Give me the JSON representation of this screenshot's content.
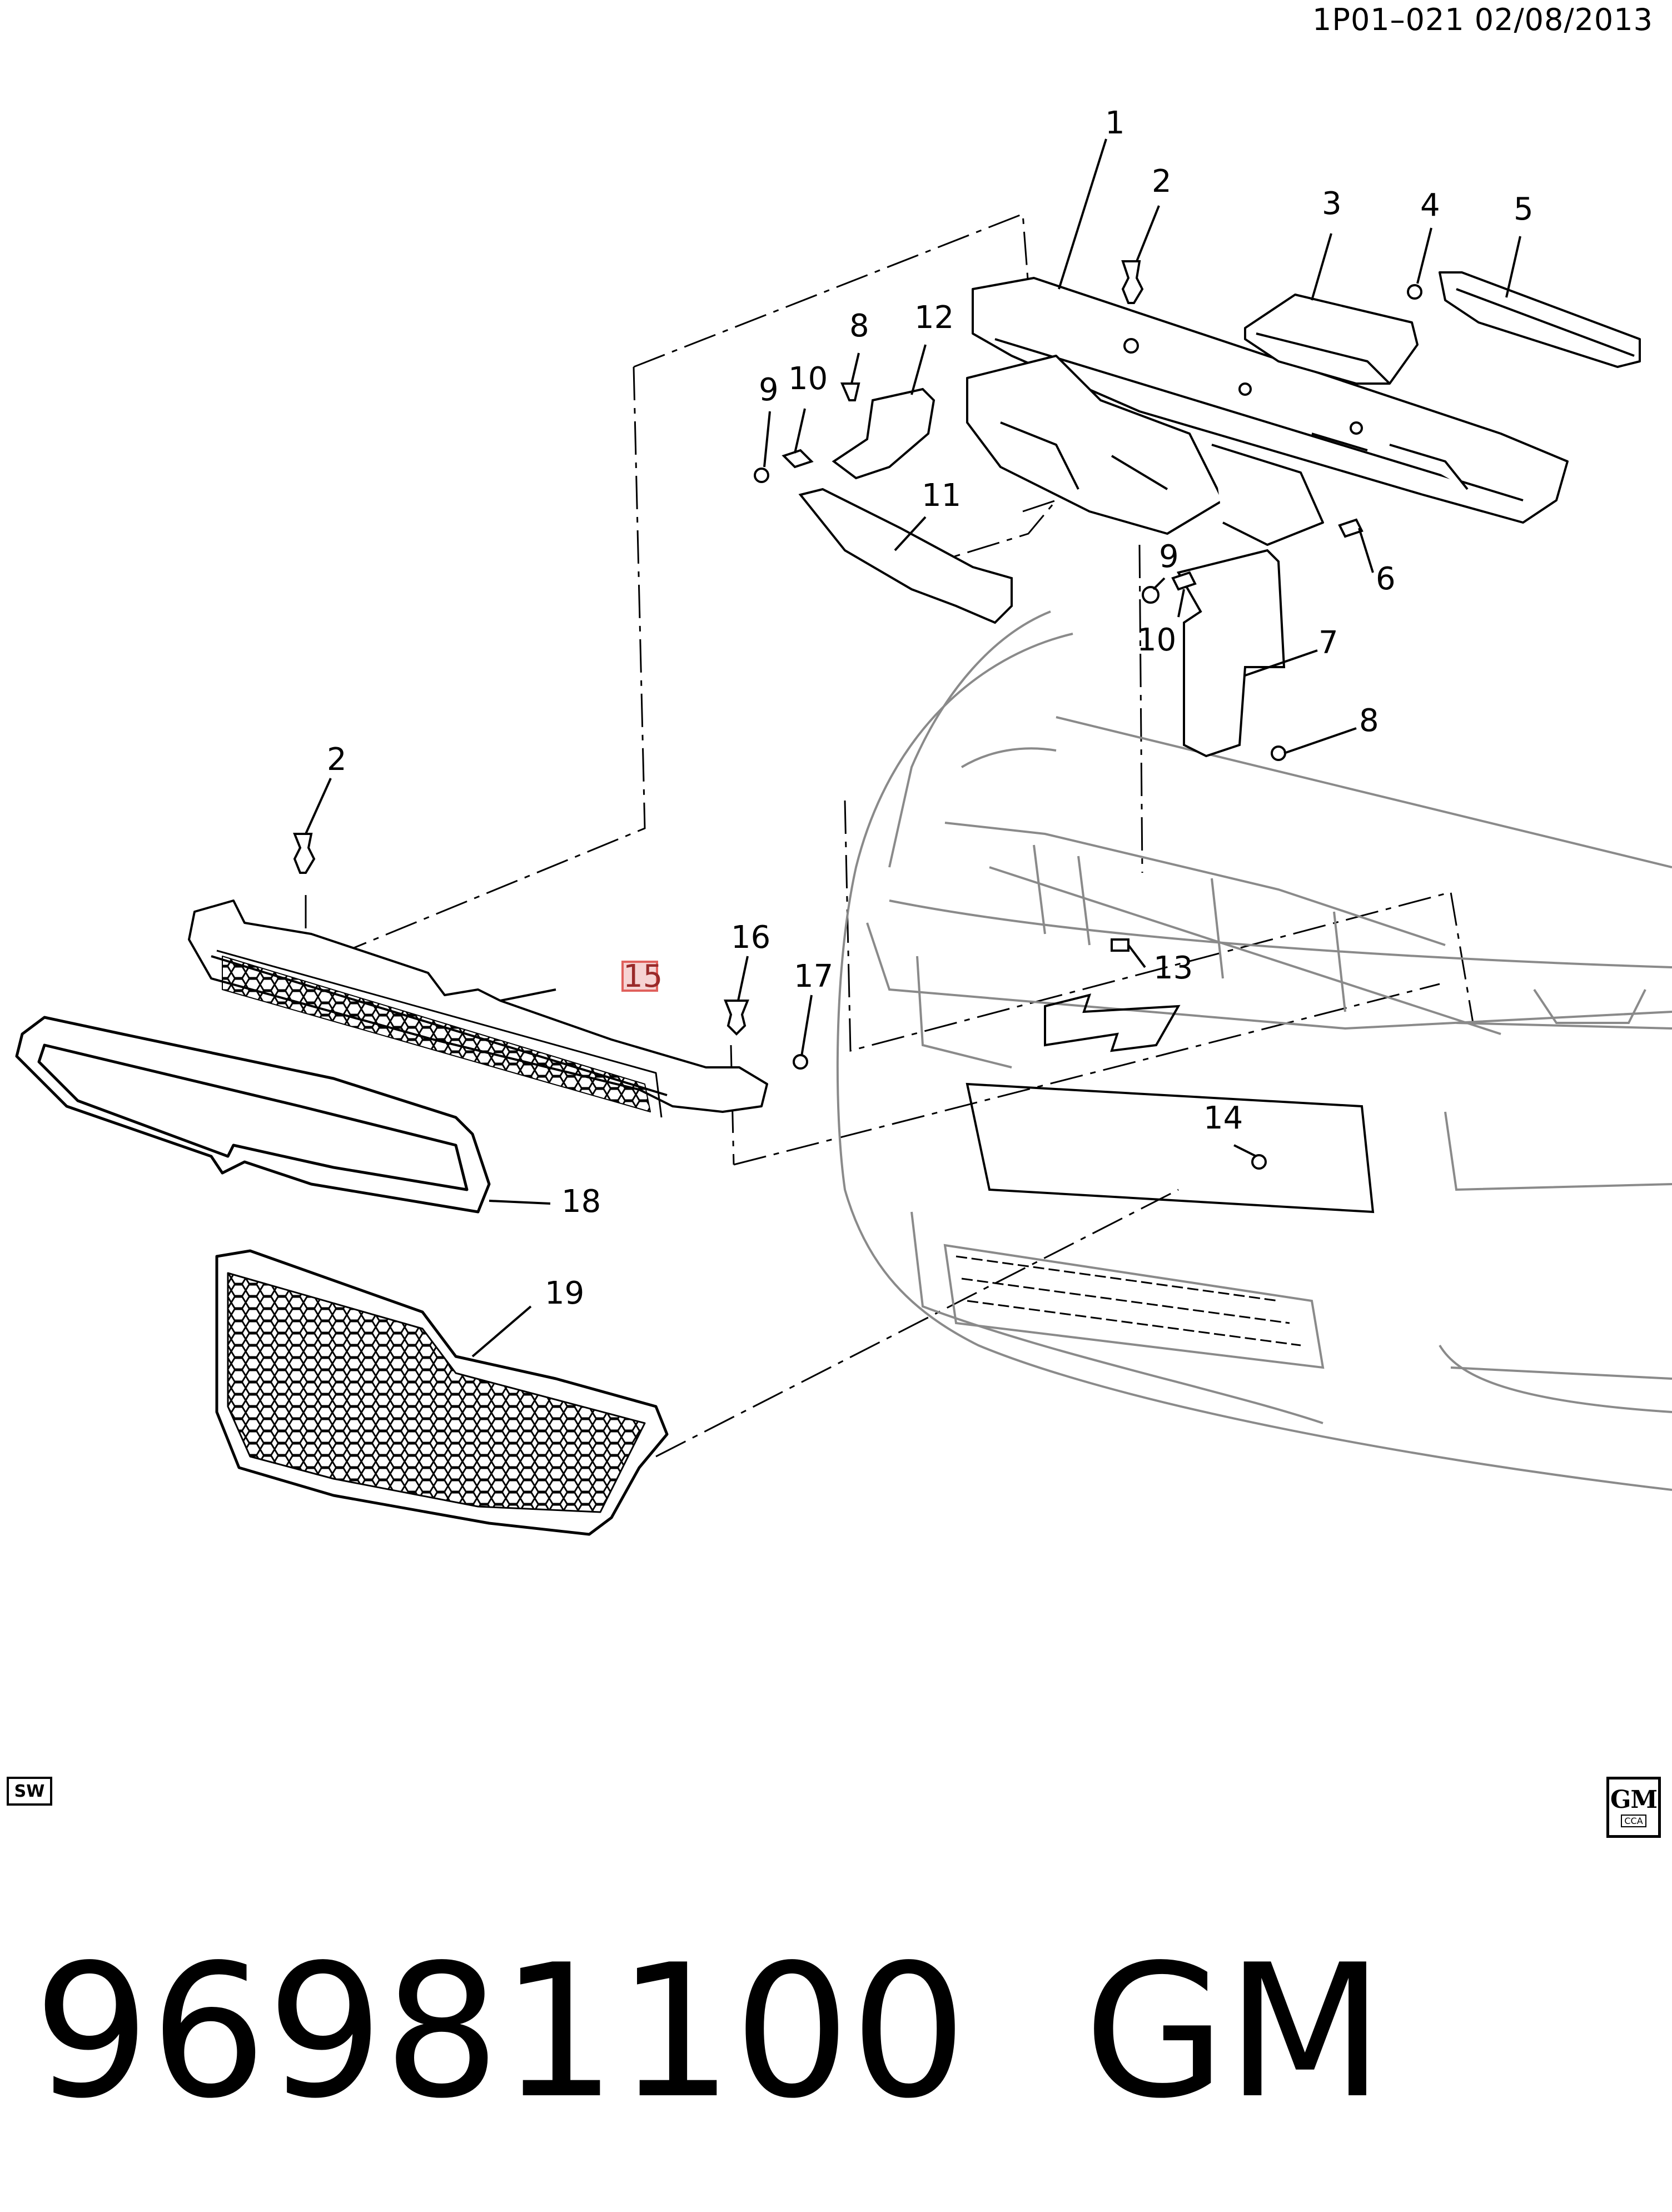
{
  "header": {
    "diagram_code": "1P01–021",
    "date": "02/08/2013"
  },
  "callouts": {
    "c1": "1",
    "c2a": "2",
    "c2b": "2",
    "c3": "3",
    "c4": "4",
    "c5": "5",
    "c6": "6",
    "c7": "7",
    "c8a": "8",
    "c8b": "8",
    "c9a": "9",
    "c9b": "9",
    "c10a": "10",
    "c10b": "10",
    "c11": "11",
    "c12": "12",
    "c13": "13",
    "c14": "14",
    "c15": "15",
    "c16": "16",
    "c17": "17",
    "c18": "18",
    "c19": "19"
  },
  "badges": {
    "sw": "SW",
    "gm_logo": "GM",
    "gm_sub": "CCA"
  },
  "footer": {
    "part_number": "96981100",
    "brand": "GM"
  },
  "colors": {
    "highlight": "#e0605c",
    "highlight_fill": "#f6d3d3"
  }
}
